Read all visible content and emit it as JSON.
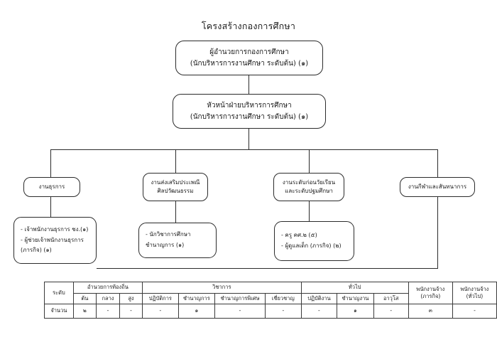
{
  "title": "โครงสร้างกองการศึกษา",
  "nodes": {
    "director": {
      "line1": "ผู้อำนวยการกองการศึกษา",
      "line2": "(นักบริหารการงานศึกษา ระดับต้น)  (๑)"
    },
    "head": {
      "line1": "หัวหน้าฝ่ายบริหารการศึกษา",
      "line2": "(นักบริหารการงานศึกษา ระดับต้น)  (๑)"
    },
    "groups": [
      {
        "line1": "งานธุรการ",
        "line2": ""
      },
      {
        "line1": "งานส่งเสริมประเพณี",
        "line2": "ศิลปวัฒนธรรม"
      },
      {
        "line1": "งานระดับก่อนวัยเรียน",
        "line2": "และระดับปฐมศึกษา"
      },
      {
        "line1": "งานกีฬาและสันทนาการ",
        "line2": ""
      }
    ],
    "details": [
      {
        "line1": "- เจ้าพนักงานธุรการ ชง.(๑)",
        "line2": "- ผู้ช่วยเจ้าพนักงานธุรการ",
        "line3": "(ภารกิจ) (๑)"
      },
      {
        "line1": "- นักวิชาการศึกษา",
        "line2": "ชำนาญการ (๑)",
        "line3": ""
      },
      {
        "line1": "- ครู คศ.๒ (๕)",
        "line2": "- ผู้ดูแลเด็ก (ภารกิจ) (๒)",
        "line3": ""
      }
    ]
  },
  "table": {
    "corner_header": "ระดับ",
    "groups": [
      {
        "label": "อำนวยการท้องถิ่น",
        "columns": [
          "ต้น",
          "กลาง",
          "สูง"
        ]
      },
      {
        "label": "วิชาการ",
        "columns": [
          "ปฏิบัติการ",
          "ชำนาญการ",
          "ชำนาญการพิเศษ",
          "เชี่ยวชาญ"
        ]
      },
      {
        "label": "ทั่วไป",
        "columns": [
          "ปฏิบัติงาน",
          "ชำนาญงาน",
          "อาวุโส"
        ]
      }
    ],
    "employee_columns": [
      {
        "line1": "พนักงานจ้าง",
        "line2": "(ภารกิจ)"
      },
      {
        "line1": "พนักงานจ้าง",
        "line2": "(ทั่วไป)"
      }
    ],
    "row_label": "จำนวน",
    "values": [
      "๒",
      "-",
      "-",
      "-",
      "๑",
      "-",
      "-",
      "-",
      "๑",
      "-",
      "๓",
      "-"
    ]
  }
}
